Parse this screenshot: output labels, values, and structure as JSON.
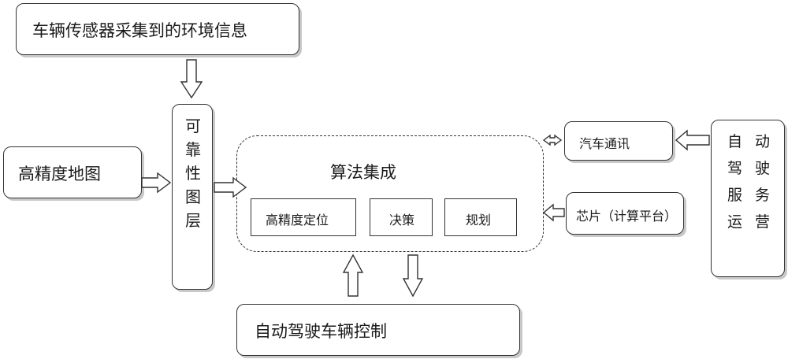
{
  "nodes": {
    "sensor_info": "车辆传感器采集到的环境信息",
    "hd_map": "高精度地图",
    "reliable_layer": [
      "可",
      "靠",
      "性",
      "图",
      "层"
    ],
    "algorithm_integration": "算法集成",
    "hd_positioning": "高精度定位",
    "decision": "决策",
    "planning": "规划",
    "vehicle_comm": "汽车通讯",
    "chip": "芯片（计算平台）",
    "autonomous_ops": [
      "自",
      "动",
      "驾",
      "驶",
      "服",
      "务",
      "运",
      "营"
    ],
    "vehicle_control": "自动驾驶车辆控制"
  }
}
